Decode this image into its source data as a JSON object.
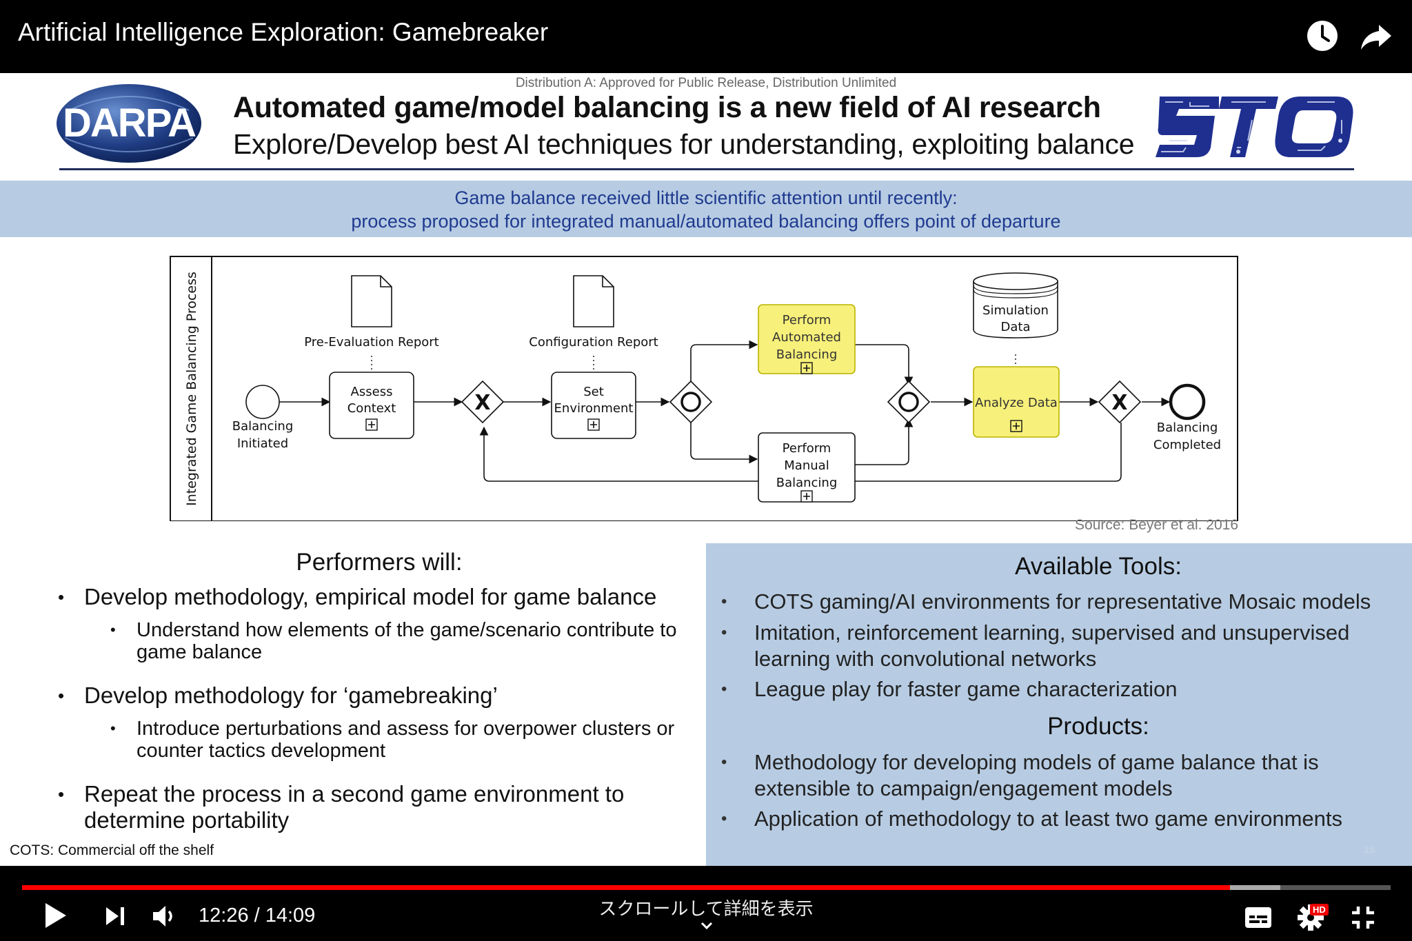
{
  "video": {
    "title": "Artificial Intelligence Exploration: Gamebreaker",
    "icons": [
      "clock-icon",
      "share-icon"
    ]
  },
  "slide": {
    "distribution": "Distribution A: Approved for Public Release, Distribution Unlimited",
    "darpa_logo_text": "DARPA",
    "sto_logo_text": "STO",
    "headline": "Automated game/model balancing is a new field of AI research",
    "subhead": "Explore/Develop best AI techniques for understanding, exploiting balance",
    "banner": {
      "line1": "Game balance received little scientific attention until recently:",
      "line2": "process proposed for integrated manual/automated balancing offers point of departure"
    },
    "diagram": {
      "pool_label": "Integrated Game Balancing Process",
      "start_event": [
        "Balancing",
        "Initiated"
      ],
      "pre_eval_report": "Pre-Evaluation Report",
      "assess": [
        "Assess",
        "Context"
      ],
      "config_report": "Configuration Report",
      "set_env": [
        "Set",
        "Environment"
      ],
      "auto_balance": [
        "Perform",
        "Automated",
        "Balancing"
      ],
      "manual_balance": [
        "Perform",
        "Manual",
        "Balancing"
      ],
      "sim_data": [
        "Simulation",
        "Data"
      ],
      "analyze": "Analyze Data",
      "end_event": [
        "Balancing",
        "Completed"
      ],
      "gateway_x": "X",
      "colors": {
        "highlight": "#f7f07a",
        "highlight_border": "#c8c200"
      }
    },
    "source": "Source: Beyer et al. 2016",
    "performers": {
      "heading": "Performers will:",
      "b1": "Develop methodology, empirical model for game balance",
      "b1_sub_l1": "Understand how elements of the game/scenario contribute to",
      "b1_sub_l2": "game balance",
      "b2": "Develop methodology for ‘gamebreaking’",
      "b2_sub_l1": "Introduce perturbations and assess for overpower clusters or",
      "b2_sub_l2": "counter tactics development",
      "b3_l1": "Repeat the process in a second game environment to",
      "b3_l2": "determine portability"
    },
    "tools": {
      "heading": "Available Tools:",
      "t1": "COTS gaming/AI environments for representative Mosaic models",
      "t2_l1": "Imitation, reinforcement learning, supervised and unsupervised",
      "t2_l2": "learning with convolutional networks",
      "t3": "League play for faster game characterization"
    },
    "products": {
      "heading": "Products:",
      "p1_l1": "Methodology for developing models of game balance that is",
      "p1_l2": "extensible to campaign/engagement models",
      "p2": "Application of methodology to at least two game environments"
    },
    "footnote": "COTS: Commercial off the shelf",
    "slide_number": "15",
    "bullet_char": "•"
  },
  "player": {
    "time": "12:26 / 14:09",
    "played_fraction": 0.8825,
    "buffered_fraction": 0.9195,
    "scroll_hint": "スクロールして詳細を表示",
    "hd_badge": "HD",
    "accent_color": "#ff0000",
    "icons": [
      "play-icon",
      "next-icon",
      "volume-icon",
      "subtitles-icon",
      "settings-icon",
      "exit-fullscreen-icon",
      "chevron-down-icon"
    ]
  }
}
